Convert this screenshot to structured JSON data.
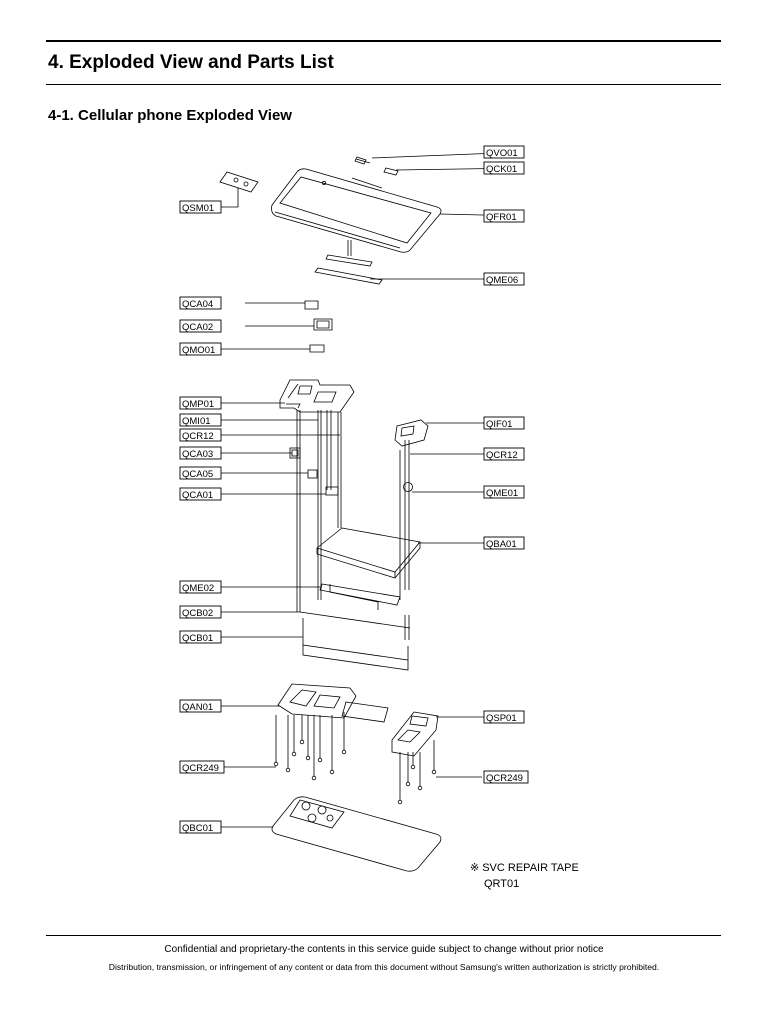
{
  "header": {
    "title": "4. Exploded View and Parts List",
    "subtitle": "4-1. Cellular phone Exploded View"
  },
  "diagram": {
    "labels": {
      "QVO01": "QVO01",
      "QCK01": "QCK01",
      "QSM01": "QSM01",
      "QFR01": "QFR01",
      "QME06": "QME06",
      "QCA04": "QCA04",
      "QCA02": "QCA02",
      "QMO01": "QMO01",
      "QMP01": "QMP01",
      "QMI01": "QMI01",
      "QCR12_L": "QCR12",
      "QIF01": "QIF01",
      "QCR12_R": "QCR12",
      "QCA03": "QCA03",
      "QCA05": "QCA05",
      "QME01": "QME01",
      "QCA01": "QCA01",
      "QBA01": "QBA01",
      "QME02": "QME02",
      "QCB02": "QCB02",
      "QCB01": "QCB01",
      "QAN01": "QAN01",
      "QSP01": "QSP01",
      "QCR249_L": "QCR249",
      "QCR249_R": "QCR249",
      "QBC01": "QBC01"
    },
    "note_mark": "※",
    "note_text": "SVC REPAIR TAPE",
    "note_code": "QRT01"
  },
  "footer": {
    "line1": "Confidential and proprietary-the contents in this service guide subject to change without prior notice",
    "line2": "Distribution, transmission, or infringement of any content or data from this document without Samsung's written authorization is strictly prohibited."
  }
}
